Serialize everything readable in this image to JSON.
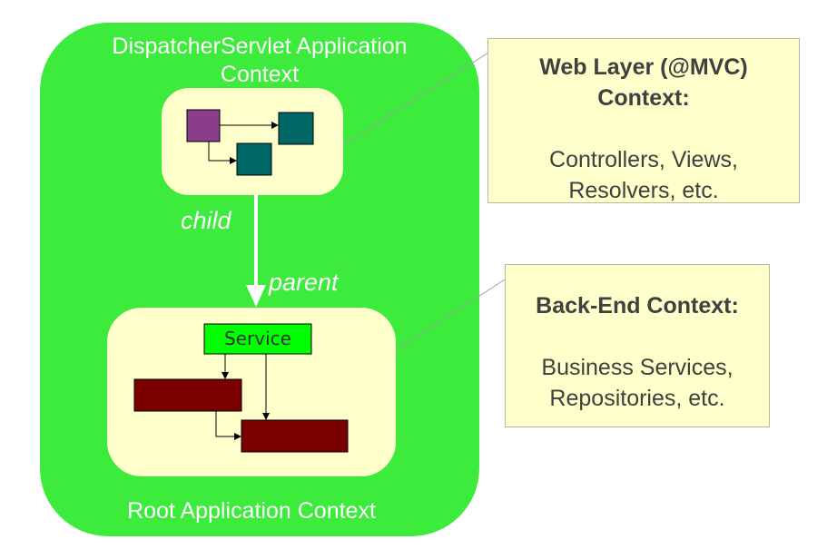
{
  "diagram": {
    "dispatcher_title": "DispatcherServlet Application Context",
    "root_title": "Root Application Context",
    "child_label": "child",
    "parent_label": "parent",
    "service_label": "Service",
    "web_note": {
      "heading": "Web Layer (@MVC) Context:",
      "body": "Controllers, Views, Resolvers, etc."
    },
    "backend_note": {
      "heading": "Back-End Context:",
      "body": "Business Services, Repositories, etc."
    }
  },
  "colors": {
    "context_green": "#3ceb3c",
    "box_cream": "#ffffcc",
    "purple": "#8b3d8b",
    "teal": "#006666",
    "maroon": "#7a0000",
    "service_green": "#00ff00"
  }
}
